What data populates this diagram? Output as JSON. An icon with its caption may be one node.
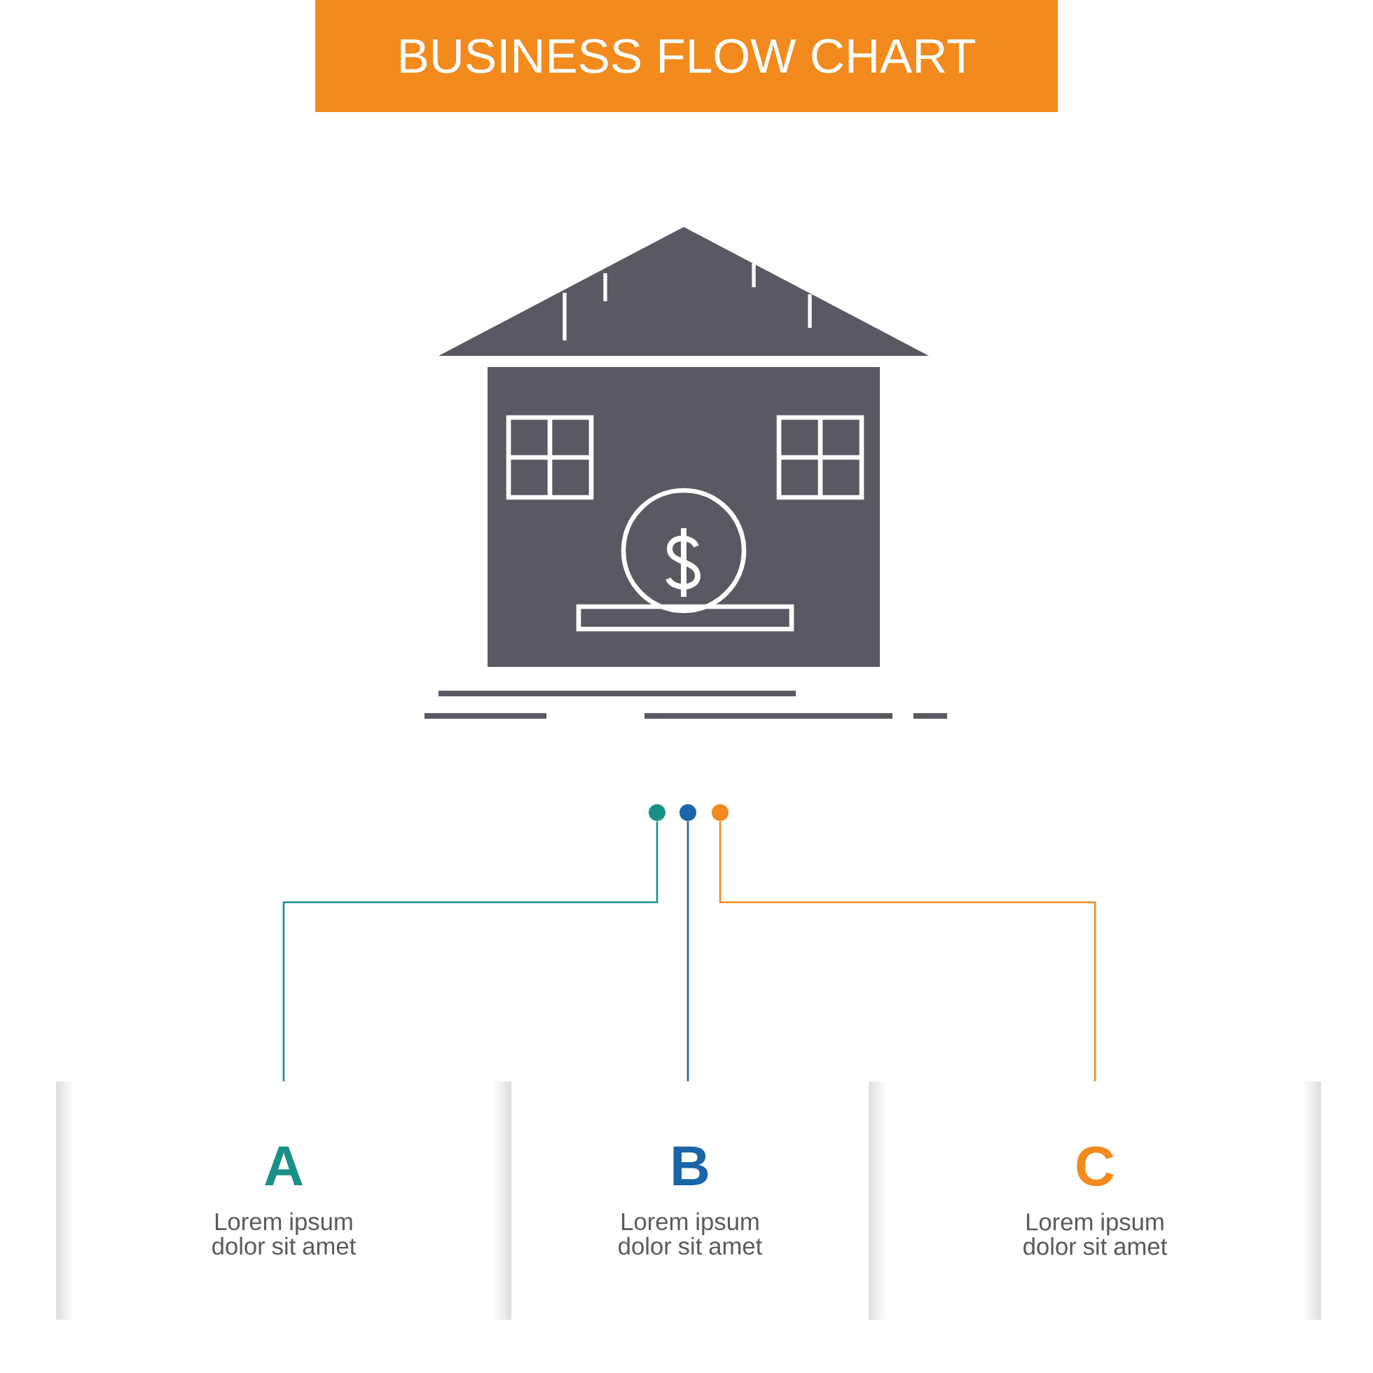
{
  "diagram": {
    "title": "BUSINESS FLOW CHART",
    "nodes": [
      {
        "text": [],
        "shape": "circle"
      },
      {
        "text": [],
        "shape": "circle"
      },
      {
        "text": [],
        "shape": "circle"
      },
      {
        "text": [
          "A",
          "Lorem ipsum dolor sit amet"
        ]
      },
      {
        "text": [
          "B",
          "Lorem ipsum dolor sit amet"
        ]
      },
      {
        "text": [
          "C",
          "Lorem ipsum dolor sit amet"
        ]
      }
    ],
    "edges": [
      {
        "from": 0,
        "to": 3,
        "arrow": "none",
        "color": "#1a9188"
      },
      {
        "from": 1,
        "to": 4,
        "arrow": "none",
        "color": "#1a64a8"
      },
      {
        "from": 2,
        "to": 5,
        "arrow": "none",
        "color": "#f28a1d"
      }
    ]
  }
}
